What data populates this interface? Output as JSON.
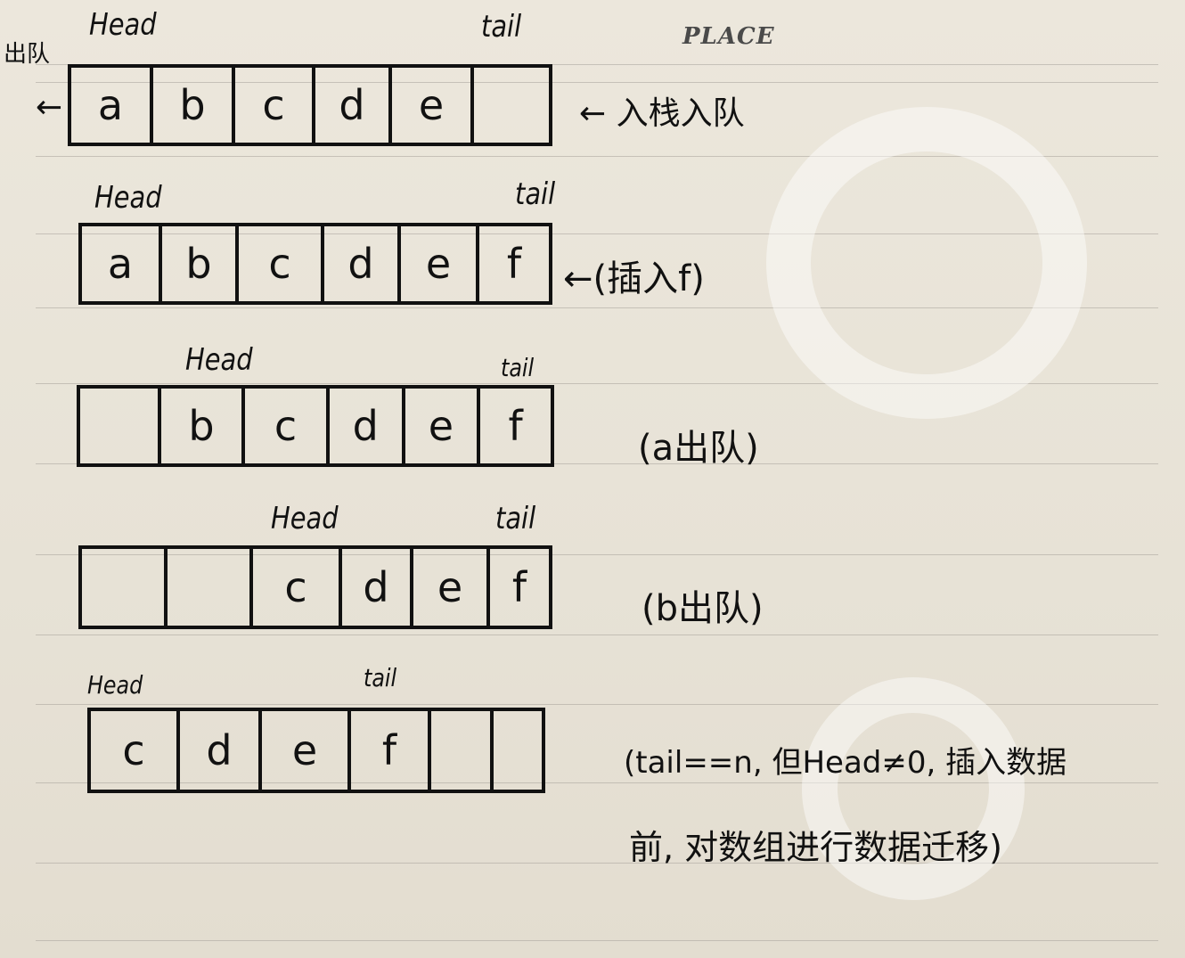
{
  "header": {
    "place_label": "PLACE"
  },
  "top_note": {
    "dequeue": "出队",
    "left_arrow": "←",
    "right_arrow": "← 入栈入队"
  },
  "queues": [
    {
      "head": "Head",
      "tail": "tail",
      "cells": [
        "a",
        "b",
        "c",
        "d",
        "e",
        ""
      ],
      "note": ""
    },
    {
      "head": "Head",
      "tail": "tail",
      "cells": [
        "a",
        "b",
        "c",
        "d",
        "e",
        "f"
      ],
      "note": "←(插入f)"
    },
    {
      "head": "Head",
      "tail": "tail",
      "cells": [
        "",
        "b",
        "c",
        "d",
        "e",
        "f"
      ],
      "note": "(a出队)"
    },
    {
      "head": "Head",
      "tail": "tail",
      "cells": [
        "",
        "",
        "c",
        "d",
        "e",
        "f"
      ],
      "note": "(b出队)"
    },
    {
      "head": "Head",
      "tail": "tail",
      "cells": [
        "c",
        "d",
        "e",
        "f",
        "",
        ""
      ],
      "note": ""
    }
  ],
  "final_note": {
    "line1": "(tail==n, 但Head≠0, 插入数据",
    "line2": "前, 对数组进行数据迁移)"
  }
}
